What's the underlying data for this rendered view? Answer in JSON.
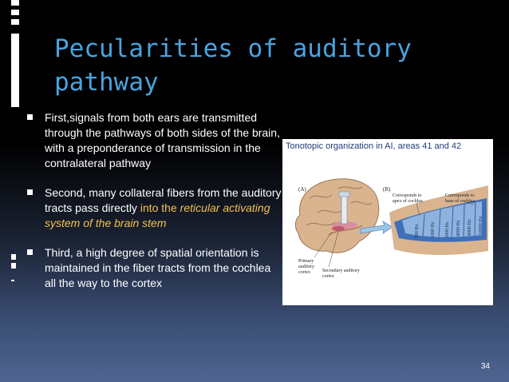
{
  "slide": {
    "title_line1": "Pecularities of auditory",
    "title_line2": "pathway",
    "page_number": "34"
  },
  "bullets": [
    {
      "text": "First,signals from both ears are transmitted through the pathways of both sides of the brain, with a preponderance of transmission in the contralateral pathway"
    },
    {
      "text_before": "Second, many collateral fibers from the auditory tracts pass directly ",
      "highlight": "into the",
      "highlight_italic": "reticular activating system of the brain stem"
    },
    {
      "text": "Third, a high degree of spatial orientation is maintained in the fiber tracts from the cochlea all the way to the cortex"
    }
  ],
  "figure": {
    "title": "Tonotopic organization in AI, areas 41 and 42",
    "panel_a": "(A)",
    "panel_b": "(B)",
    "apex_label": "Corresponds to apex of cochlea",
    "base_label": "Corresponds to base of cochlea",
    "primary_label": "Primary auditory cortex",
    "secondary_label": "Secondary auditory cortex",
    "frequencies": [
      "500 Hz",
      "1000 Hz",
      "2000 Hz",
      "4000 Hz",
      "8000 Hz",
      "16000 Hz"
    ],
    "colors": {
      "brain": "#d9b48f",
      "band_dark": "#3e6fb8",
      "band_light": "#8fb3de",
      "title": "#1f3d7a"
    }
  }
}
